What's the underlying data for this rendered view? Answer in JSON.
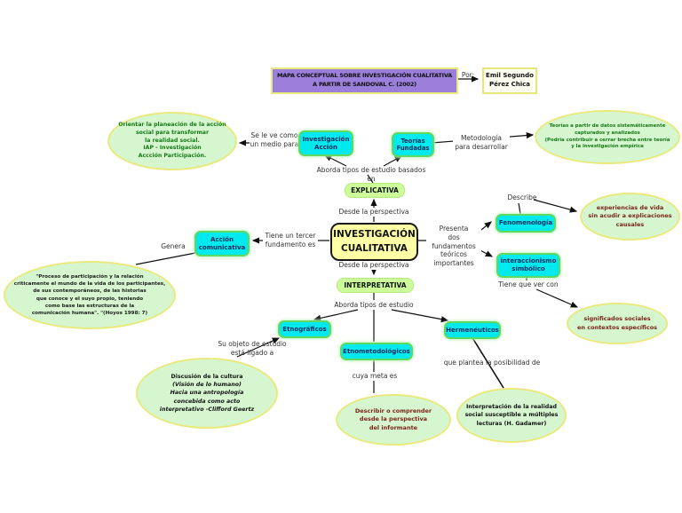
{
  "header": {
    "title": "MAPA CONCEPTUAL SOBRE INVESTIGACIÓN CUALITATIVA\nA PARTIR DE SANDOVAL C. (2002)",
    "por_label": "Por:",
    "author": "Emil Segundo\nPérez Chica"
  },
  "nodes": {
    "central": "INVESTIGACIÓN\nCUALITATIVA",
    "explicativa": "EXPLICATIVA",
    "interpretativa": "INTERPRETATIVA",
    "investigacion_accion": "Investigación\nAcción",
    "teorias_fundadas": "Teorías\nFundadas",
    "fenomenologia": "Fenomenología",
    "interaccionismo": "interaccionismo\nsimbólico",
    "accion_comunicativa": "Acción\ncomunicativa",
    "etnograficos": "Etnográficos",
    "etnometodologicos": "Etnometodológicos",
    "hermeneuticos": "Hermenéuticos"
  },
  "ellipses": {
    "iap": "Orientar la planeación de la acción\nsocial para transformar\nla realidad social.\nIAP - Investigación\nAccción Participación.",
    "teorias_datos": "Teorías a partir de datos sistemáticamente\ncapturados y analizados\n(Podría contribuir a cerrar brecha entre teoría\ny la investigación empírica",
    "experiencias": "experiencias de vida\nsin acudir a explicaciones\ncausales",
    "hoyos": "\"Proceso de participación y la relación\ncriticamente el mundo de la vida de los participantes,\nde sus contemporáneos, de las historias\nque conoce y el suyo propio, teniendo\ncomo base las estructuras de la\ncomunicación humana\". \"(Hoyos 1998: 7)",
    "significados": "significados sociales\nen contextos específicos",
    "geertz_title": "Discusión de la cultura",
    "geertz_body": "(Visión de lo humano)\nHacia una antropología\nconcebida como acto\ninterpretativo -Clifford Geertz",
    "describir": "Describir o comprender\ndesde la perspectiva\ndel informante",
    "gadamer": "Interpretación de la realidad\nsocial susceptible a múltiples\nlecturas (H. Gadamer)"
  },
  "edge_labels": {
    "se_le_ve": "Se le ve como\nun medio para",
    "aborda_basados": "Aborda tipos de estudio basados en",
    "metodologia": "Metodología\npara desarrollar",
    "desde_perspectiva_top": "Desde la perspectiva",
    "desde_perspectiva_bottom": "Desde la perspectiva",
    "presenta": "Presenta\ndos fundamentos\nteóricos\nimportantes",
    "describe": "Describe",
    "tiene_que_ver": "Tiene que ver con",
    "tercer_fundamento": "Tiene un tercer\nfundamento es",
    "genera": "Genera",
    "aborda_tipos": "Aborda tipos de estudio",
    "objeto_estudio": "Su objeto de estudio\nestá ligado a",
    "cuya_meta": "cuya meta es",
    "plantea": "que plantea la posibilidad de"
  },
  "colors": {
    "node_fill": "#00e9ee",
    "node_border": "#5fd95f",
    "node_text": "#082a5e",
    "central_fill": "#ffffa6",
    "perspective_fill": "#ccff99",
    "ellipse_fill": "#d6f6d0",
    "ellipse_border": "#e9e97e",
    "title_fill": "#9b7fdb",
    "ellipse_text_green": "#157a15",
    "ellipse_text_maroon": "#7a2219"
  }
}
